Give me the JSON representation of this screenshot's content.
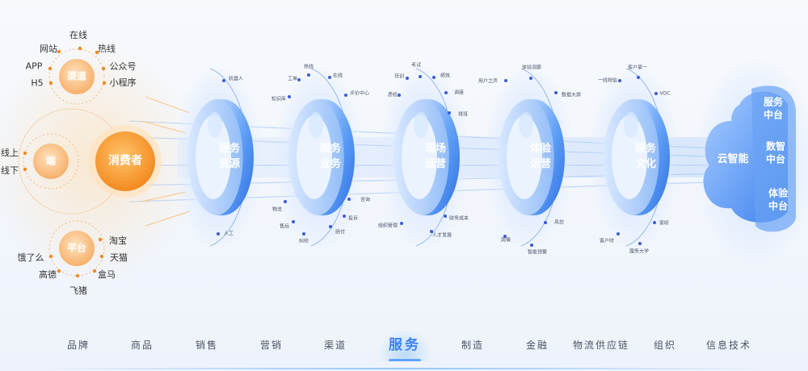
{
  "consumer": {
    "center": "消费者",
    "channel": {
      "label": "渠道",
      "items": [
        "在线",
        "热线",
        "公众号",
        "小程序",
        "网站",
        "APP",
        "H5"
      ]
    },
    "terminal": {
      "label": "端",
      "items": [
        "线上",
        "线下"
      ]
    },
    "platform": {
      "label": "平台",
      "items": [
        "淘宝",
        "天猫",
        "盒马",
        "飞猪",
        "高德",
        "饿了么"
      ]
    }
  },
  "rings": [
    {
      "title": [
        "服务",
        "资源"
      ],
      "items": [
        "机器人",
        "人工"
      ]
    },
    {
      "title": [
        "服务",
        "业务"
      ],
      "items": [
        "热线",
        "在线",
        "工单",
        "评价中心",
        "知识库",
        "咨询",
        "投诉",
        "物流",
        "售后",
        "纠纷",
        "赔付"
      ]
    },
    {
      "title": [
        "现场",
        "运营"
      ],
      "items": [
        "考试",
        "培训",
        "绩效",
        "质检",
        "调度",
        "排班",
        "财务成本",
        "组织管理",
        "人才发展"
      ]
    },
    {
      "title": [
        "体验",
        "运营"
      ],
      "items": [
        "用户之声",
        "体验洞察",
        "数据大屏",
        "风控",
        "舆情",
        "智能预警"
      ]
    },
    {
      "title": [
        "服务",
        "文化"
      ],
      "items": [
        "客户第一",
        "一线相信",
        "VOC",
        "客户时",
        "服务大学",
        "家听"
      ]
    }
  ],
  "cloud": {
    "label": "云智能",
    "items": [
      [
        "服务",
        "中台"
      ],
      [
        "数智",
        "中台"
      ],
      [
        "体验",
        "中台"
      ]
    ]
  },
  "tabs": [
    "品牌",
    "商品",
    "销售",
    "营销",
    "渠道",
    "服务",
    "制造",
    "金融",
    "物流供应链",
    "组织",
    "信息技术"
  ],
  "active_tab": "服务",
  "colors": {
    "orange": "#f7a24a",
    "blue": "#3b82f6",
    "light_blue": "#93c5fd"
  }
}
